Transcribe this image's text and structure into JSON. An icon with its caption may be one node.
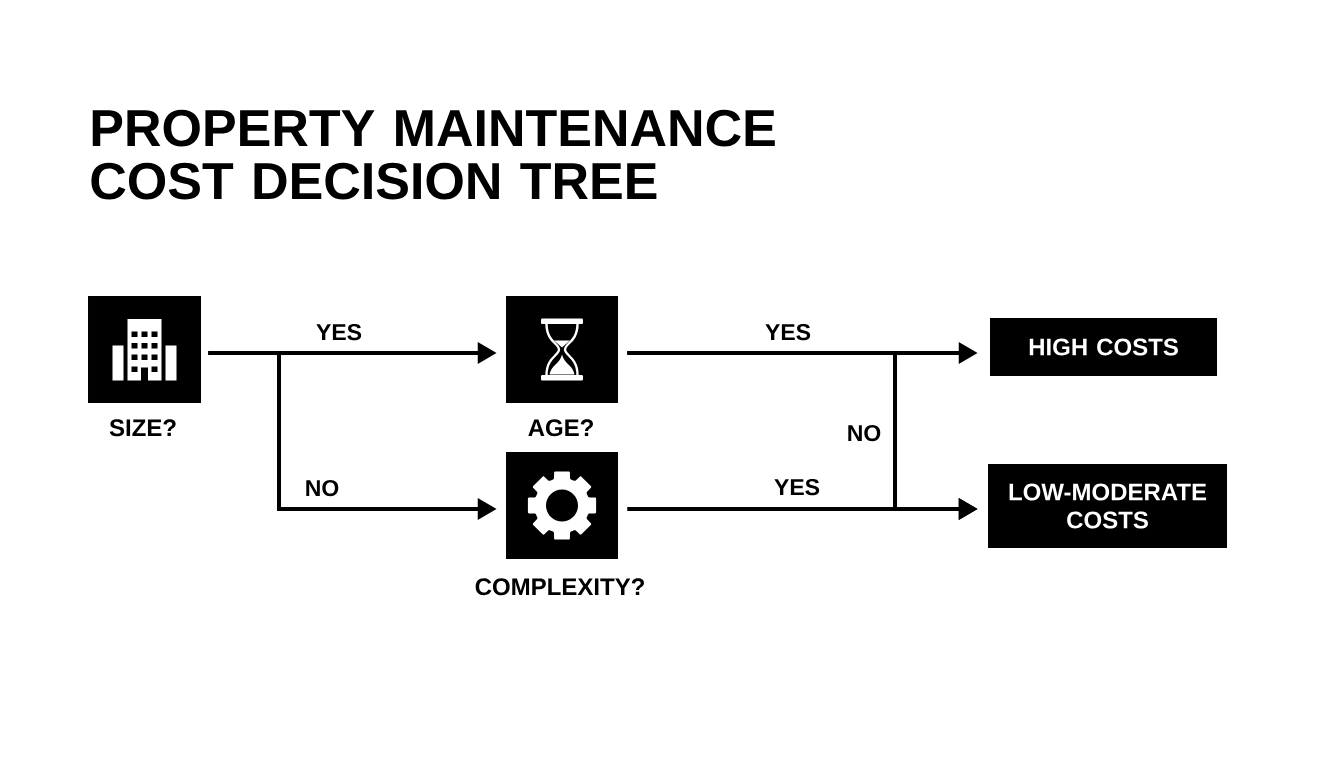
{
  "diagram": {
    "title": "PROPERTY MAINTENANCE COST DECISION TREE",
    "nodes": [
      {
        "text": [
          "SIZE?"
        ]
      },
      {
        "text": [
          "AGE?"
        ]
      },
      {
        "text": [
          "COMPLEXITY?"
        ]
      },
      {
        "text": [
          "HIGH COSTS"
        ]
      },
      {
        "text": [
          "LOW-MODERATE COSTS"
        ]
      }
    ],
    "edges": [
      {
        "from": 0,
        "to": 1,
        "arrow": "to",
        "label": "YES"
      },
      {
        "from": 0,
        "to": 2,
        "arrow": "to",
        "label": "NO"
      },
      {
        "from": 1,
        "to": 3,
        "arrow": "to",
        "label": "YES"
      },
      {
        "from": 1,
        "to": 4,
        "arrow": "to",
        "label": "NO"
      },
      {
        "from": 2,
        "to": 4,
        "arrow": "to",
        "label": "YES"
      }
    ]
  }
}
